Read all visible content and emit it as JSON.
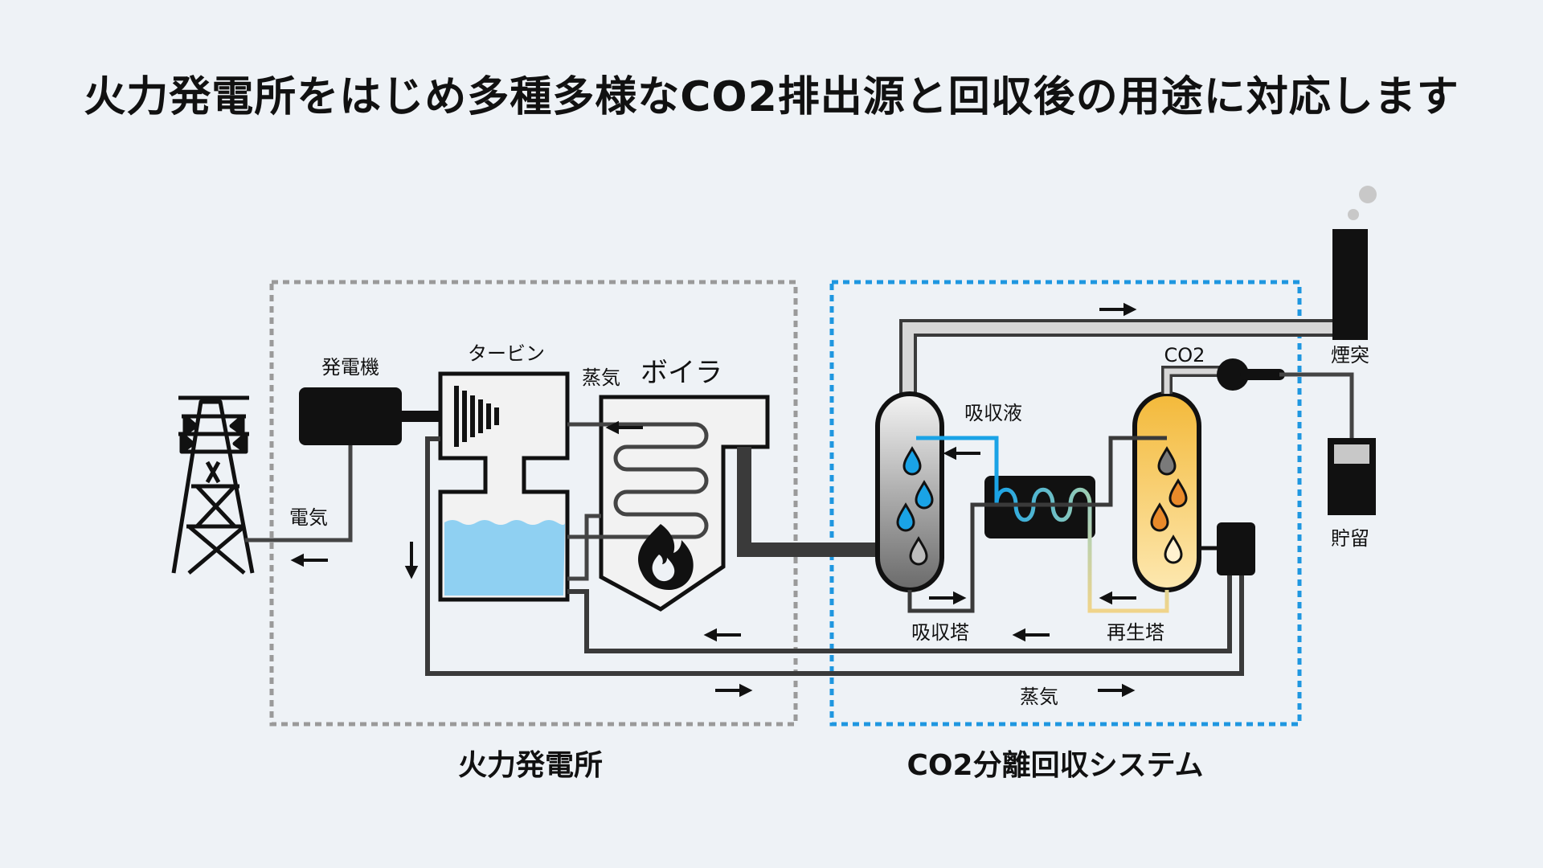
{
  "title": "火力発電所をはじめ多種多様なCO2排出源と回収後の用途に対応します",
  "sections": {
    "power_plant": "火力発電所",
    "co2_system": "CO2分離回収システム"
  },
  "labels": {
    "generator": "発電機",
    "turbine": "タービン",
    "steam_top": "蒸気",
    "boiler": "ボイラ",
    "electricity": "電気",
    "absorbent": "吸収液",
    "co2": "CO2",
    "chimney": "煙突",
    "storage": "貯留",
    "absorber": "吸収塔",
    "regenerator": "再生塔",
    "steam_bottom": "蒸気"
  },
  "colors": {
    "background": "#eef2f6",
    "plant_border": "#9a9a9a",
    "co2_border": "#1f97e0",
    "water": "#8fd0f2",
    "absorbent_line": "#1aa3e6",
    "regenerator": "#f4c04a",
    "pipe_dark": "#3a3a3a",
    "pipe_light": "#d7d7d7"
  },
  "icons": [
    "transmission-tower-icon",
    "flame-icon",
    "smoke-icon"
  ]
}
